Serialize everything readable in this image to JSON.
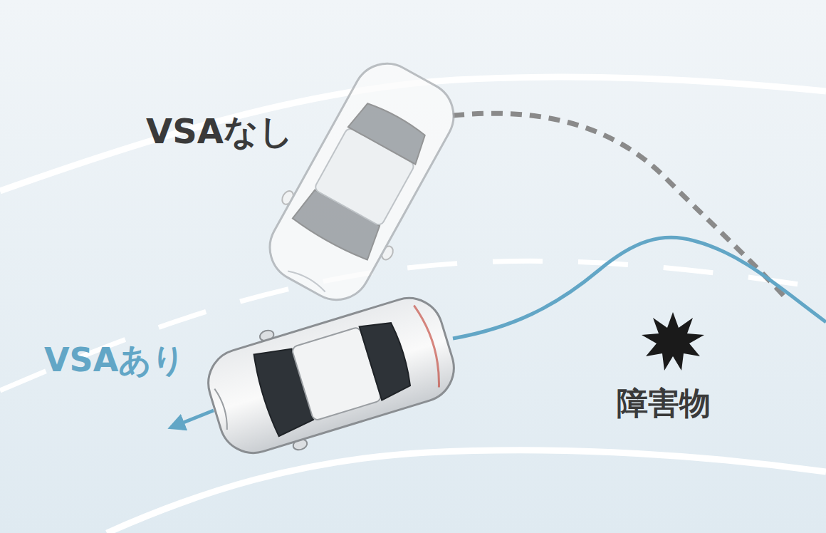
{
  "diagram": {
    "labels": [
      "VSAなし",
      "VSAあり",
      "障害物"
    ]
  }
}
